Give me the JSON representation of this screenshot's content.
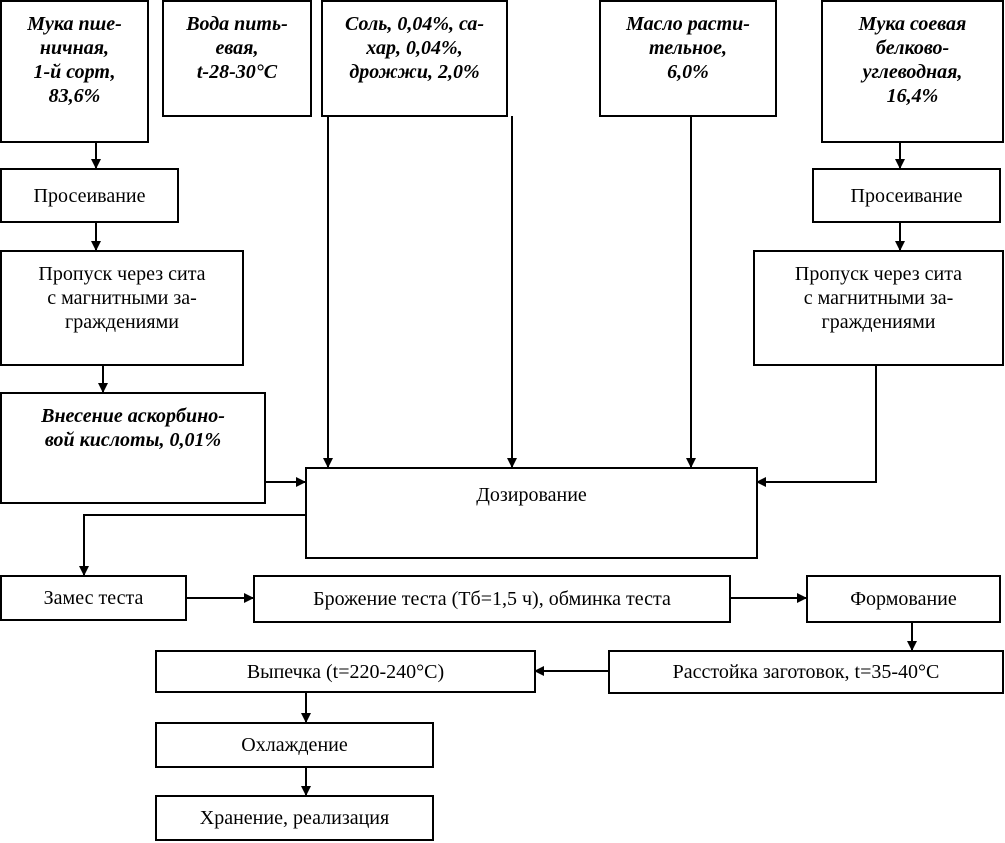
{
  "inputs": [
    {
      "id": "flour",
      "label": "Мука пше-\nничная,\n1-й сорт,\n83,6%"
    },
    {
      "id": "water",
      "label": "Вода пить-\nевая,\nt-28-30°C"
    },
    {
      "id": "salt",
      "label": "Соль, 0,04%, са-\nхар, 0,04%,\nдрожжи, 2,0%"
    },
    {
      "id": "oil",
      "label": "Масло расти-\nтельное,\n6,0%"
    },
    {
      "id": "soy",
      "label": "Мука соевая\nбелково-\nуглеводная,\n16,4%"
    }
  ],
  "steps": {
    "sift_left": "Просеивание",
    "magnet_left": "Пропуск через сита\nс магнитными за-\nграждениями",
    "ascorbic": "Внесение аскорбино-\nвой кислоты, 0,01%",
    "sift_right": "Просеивание",
    "magnet_right": "Пропуск через сита\nс магнитными за-\nграждениями",
    "dosing": "Дозирование",
    "kneading": "Замес теста",
    "fermentation": "Брожение теста (Тб=1,5 ч), обминка теста",
    "forming": "Формование",
    "proofing": "Расстойка заготовок, t=35-40°C",
    "baking": "Выпечка (t=220-240°C)",
    "cooling": "Охлаждение",
    "storage": "Хранение, реализация"
  }
}
